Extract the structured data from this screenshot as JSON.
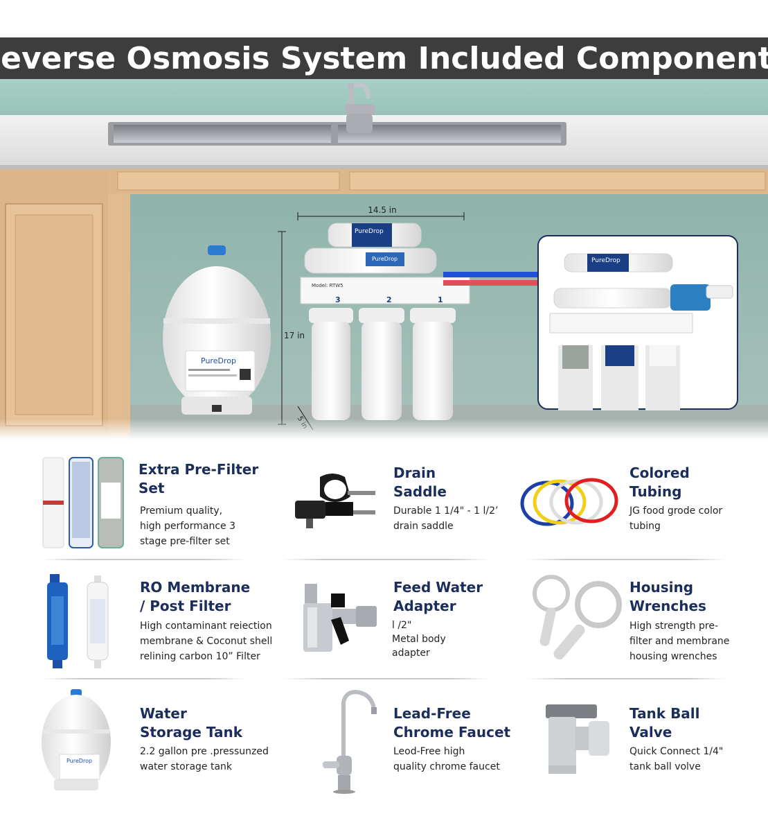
{
  "header": {
    "title": "Reverse Osmosis System Included Components"
  },
  "scene": {
    "dim_width": "14.5 in",
    "dim_height": "17 in",
    "dim_depth": "5 in",
    "brand": "PureDrop",
    "model": "Model: RTW5",
    "stage_3": "3",
    "stage_2": "2",
    "stage_1": "1"
  },
  "components": [
    {
      "title": "Extra Pre-Filter\nSet",
      "desc": "Premium quality,\nhigh performance 3\nstage pre-filter set",
      "icon": "pre-filter-set-icon"
    },
    {
      "title": "Drain\nSaddle",
      "desc": "Durable 1 1/4\" - 1 l/2’\ndrain saddle",
      "icon": "drain-saddle-icon"
    },
    {
      "title": "Colored\nTubing",
      "desc": "JG food grode color\ntubing",
      "icon": "colored-tubing-icon"
    },
    {
      "title": " RO  Membrane\n/ Post Filter",
      "desc": "High contaminant reiection\nmembrane & Coconut shell\nrelining carbon 10” Filter",
      "icon": "ro-membrane-icon"
    },
    {
      "title": "Feed Water\nAdapter",
      "desc": "l /2\"\nMetal body\nadapter",
      "icon": "feed-water-adapter-icon"
    },
    {
      "title": "Housing\nWrenches",
      "desc": "High strength pre-\nfilter and membrane\nhousing wrenches",
      "icon": "housing-wrench-icon"
    },
    {
      "title": "Water\nStorage Tank",
      "desc": "2.2 gallon pre .pressunzed\nwater storage tank",
      "icon": "storage-tank-icon"
    },
    {
      "title": "Lead-Free\nChrome Faucet",
      "desc": "Leod-Free high\nquality chrome faucet",
      "icon": "chrome-faucet-icon"
    },
    {
      "title": "Tank Ball\nValve",
      "desc": "Quick Connect 1/4\"\ntank ball volve",
      "icon": "ball-valve-icon"
    }
  ],
  "colors": {
    "title_bg": "#3d3d3d",
    "heading_text": "#1b2d5a",
    "wall": "#9fc7bf",
    "cabinet": "#d8b48a",
    "tube_blue": "#1e4fd8",
    "tube_red": "#e0505a"
  }
}
